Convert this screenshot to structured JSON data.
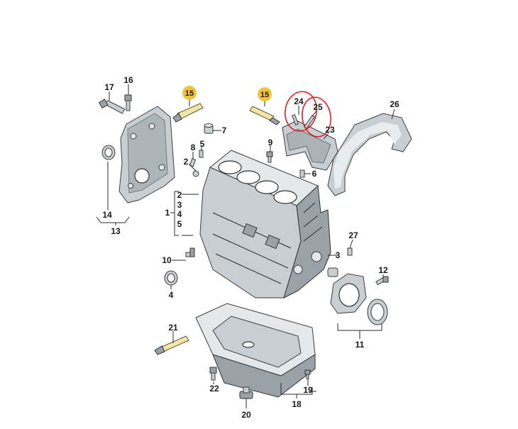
{
  "diagram": {
    "callouts": {
      "c1": "1",
      "c2": "2",
      "c2b": "2",
      "c3": "3",
      "c3b": "3",
      "c4": "4",
      "c4b": "4",
      "c5": "5",
      "c5b": "5",
      "c6": "6",
      "c7": "7",
      "c8": "8",
      "c9": "9",
      "c10": "10",
      "c11": "11",
      "c12": "12",
      "c13": "13",
      "c14": "14",
      "c15a": "15",
      "c15b": "15",
      "c16": "16",
      "c17": "17",
      "c18": "18",
      "c19": "19",
      "c20": "20",
      "c21": "21",
      "c22": "22",
      "c23": "23",
      "c24": "24",
      "c25": "25",
      "c26": "26",
      "c27": "27"
    },
    "colors": {
      "part_fill": "#c8ced1",
      "tube_fill": "#f2e6a6",
      "badge_fill": "#f0c43a",
      "annotation_red": "#e02020"
    }
  }
}
